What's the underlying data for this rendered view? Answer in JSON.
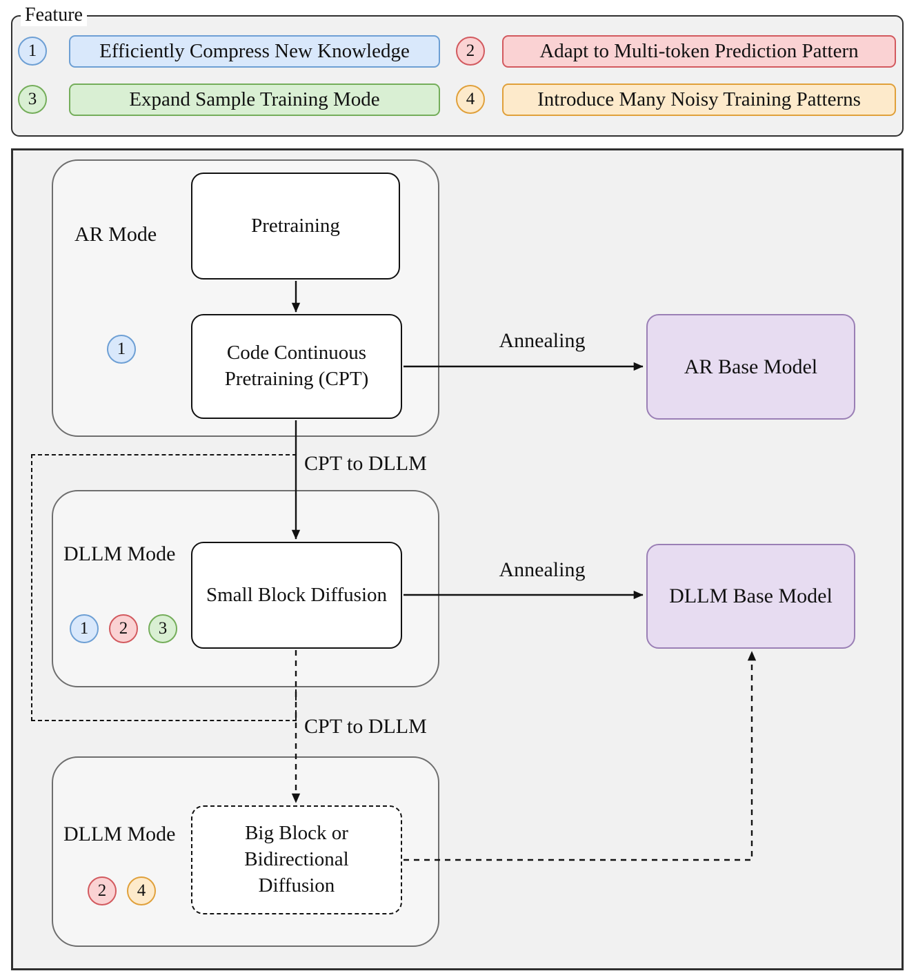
{
  "legend": {
    "title": "Feature",
    "items": [
      {
        "num": "1",
        "label": "Efficiently Compress New Knowledge"
      },
      {
        "num": "2",
        "label": "Adapt to Multi-token Prediction Pattern"
      },
      {
        "num": "3",
        "label": "Expand Sample Training Mode"
      },
      {
        "num": "4",
        "label": "Introduce Many Noisy Training Patterns"
      }
    ]
  },
  "colors": {
    "feature": [
      {
        "fill": "#d9e8fb",
        "border": "#6d9fd4"
      },
      {
        "fill": "#fad2d3",
        "border": "#d2595e"
      },
      {
        "fill": "#d9efd3",
        "border": "#74ad5a"
      },
      {
        "fill": "#fdeacb",
        "border": "#e0a03a"
      }
    ],
    "model_fill": "#e7dcf1",
    "model_border": "#9a7fb5"
  },
  "diagram": {
    "groups": [
      {
        "label": "AR Mode"
      },
      {
        "label": "DLLM Mode"
      },
      {
        "label": "DLLM Mode"
      }
    ],
    "nodes": {
      "pretraining": "Pretraining",
      "cpt": "Code Continuous Pretraining (CPT)",
      "small_block": "Small Block Diffusion",
      "big_block": "Big Block or Bidirectional Diffusion",
      "ar_base": "AR Base Model",
      "dllm_base": "DLLM Base Model"
    },
    "edges": {
      "annealing_top": "Annealing",
      "annealing_mid": "Annealing",
      "cpt_to_dllm_1": "CPT to DLLM",
      "cpt_to_dllm_2": "CPT to DLLM"
    }
  }
}
